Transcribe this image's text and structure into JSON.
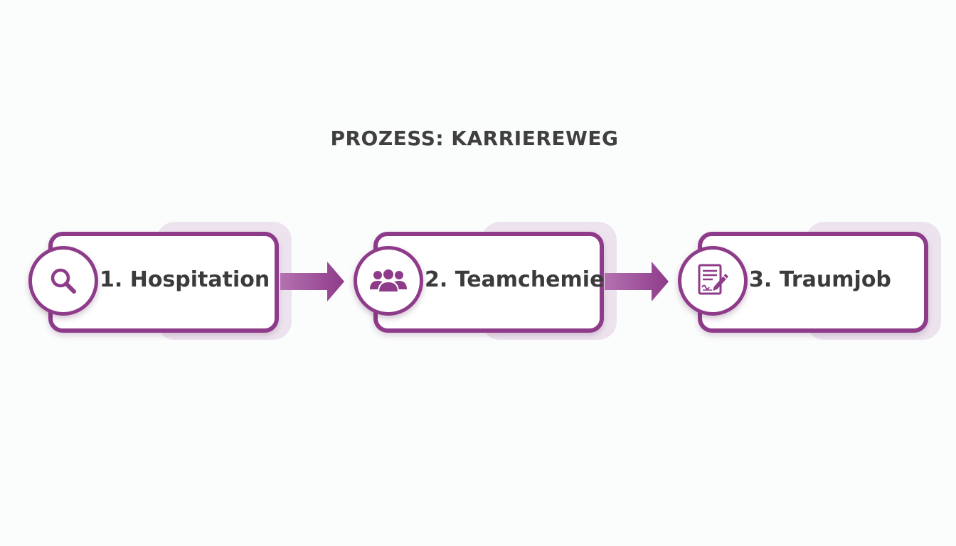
{
  "title": "PROZESS: KARRIEREWEG",
  "accent_color": "#8e3b8a",
  "steps": [
    {
      "label": "1. Hospitation",
      "icon": "magnifier-icon"
    },
    {
      "label": "2. Teamchemie",
      "icon": "team-icon"
    },
    {
      "label": "3. Traumjob",
      "icon": "contract-signing-icon"
    }
  ]
}
